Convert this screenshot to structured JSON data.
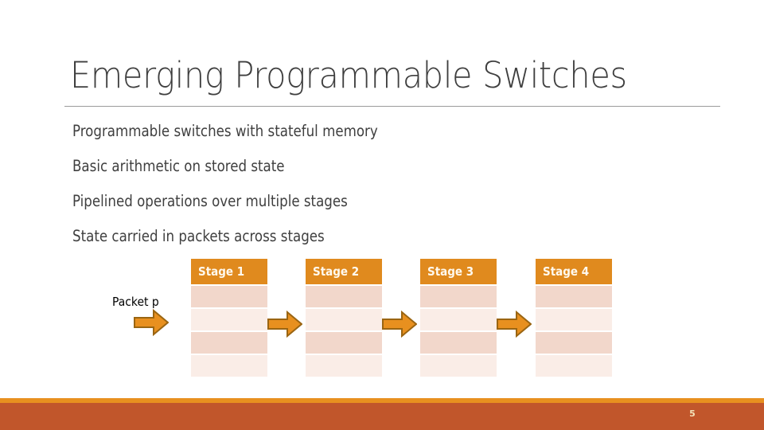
{
  "slide": {
    "title": "Emerging Programmable Switches",
    "page_number": "5",
    "bullets": [
      "Programmable switches with stateful memory",
      "Basic arithmetic on stored state",
      "Pipelined operations over multiple stages",
      "State carried in packets across stages"
    ]
  },
  "diagram": {
    "packet_label": "Packet p",
    "stages": [
      {
        "label": "Stage 1",
        "rows": [
          "dark",
          "light",
          "dark",
          "light"
        ]
      },
      {
        "label": "Stage 2",
        "rows": [
          "dark",
          "light",
          "dark",
          "light"
        ]
      },
      {
        "label": "Stage 3",
        "rows": [
          "dark",
          "light",
          "dark",
          "light"
        ]
      },
      {
        "label": "Stage 4",
        "rows": [
          "dark",
          "light",
          "dark",
          "light"
        ]
      }
    ],
    "arrows": [
      "arrow-right-icon",
      "arrow-right-icon",
      "arrow-right-icon",
      "arrow-right-icon"
    ]
  },
  "colors": {
    "accent_orange": "#E08A1E",
    "footer_stripe": "#E8901F",
    "footer_bar": "#C1562B",
    "row_dark": "#F2D7CB",
    "row_light": "#FAEDE7",
    "title_text": "#3f3f3f",
    "page_number_text": "#F3E2B8",
    "arrow_fill": "#E8901F",
    "arrow_stroke": "#9A6512"
  }
}
